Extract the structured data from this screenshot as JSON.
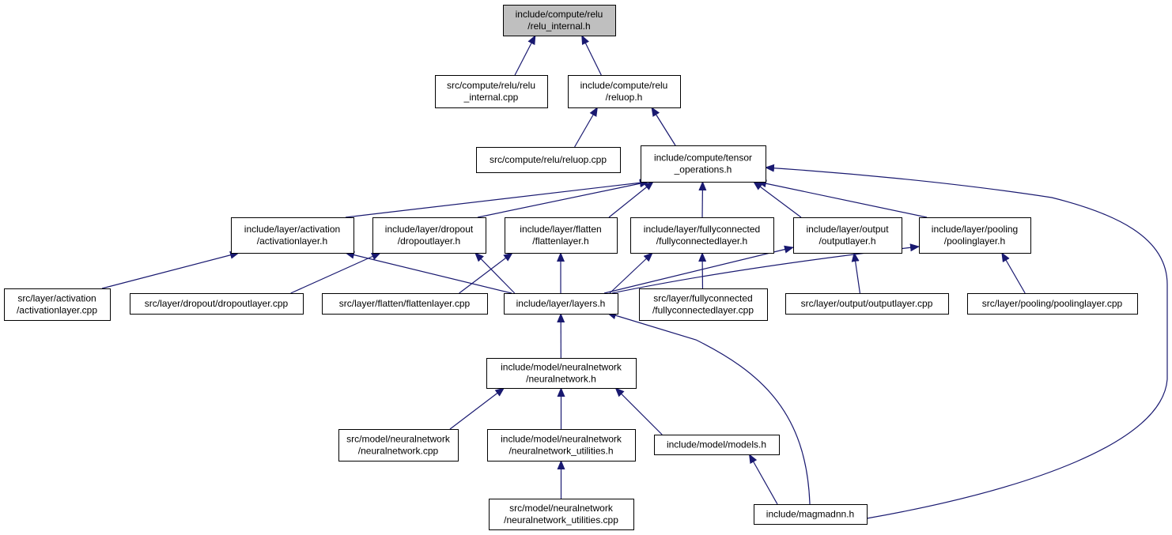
{
  "colors": {
    "edge": "#191970",
    "node_fill": "#ffffff",
    "node_fill_highlight": "#bfbfbf",
    "node_border": "#000000"
  },
  "nodes": {
    "relu_internal_h": {
      "lines": [
        "include/compute/relu",
        "/relu_internal.h"
      ],
      "highlight": true
    },
    "relu_internal_cpp": {
      "lines": [
        "src/compute/relu/relu",
        "_internal.cpp"
      ]
    },
    "reluop_h": {
      "lines": [
        "include/compute/relu",
        "/reluop.h"
      ]
    },
    "reluop_cpp": {
      "lines": [
        "src/compute/relu/reluop.cpp"
      ]
    },
    "tensor_operations_h": {
      "lines": [
        "include/compute/tensor",
        "_operations.h"
      ]
    },
    "activationlayer_h": {
      "lines": [
        "include/layer/activation",
        "/activationlayer.h"
      ]
    },
    "dropoutlayer_h": {
      "lines": [
        "include/layer/dropout",
        "/dropoutlayer.h"
      ]
    },
    "flattenlayer_h": {
      "lines": [
        "include/layer/flatten",
        "/flattenlayer.h"
      ]
    },
    "fullyconnectedlayer_h": {
      "lines": [
        "include/layer/fullyconnected",
        "/fullyconnectedlayer.h"
      ]
    },
    "outputlayer_h": {
      "lines": [
        "include/layer/output",
        "/outputlayer.h"
      ]
    },
    "poolinglayer_h": {
      "lines": [
        "include/layer/pooling",
        "/poolinglayer.h"
      ]
    },
    "activationlayer_cpp": {
      "lines": [
        "src/layer/activation",
        "/activationlayer.cpp"
      ]
    },
    "dropoutlayer_cpp": {
      "lines": [
        "src/layer/dropout/dropoutlayer.cpp"
      ]
    },
    "flattenlayer_cpp": {
      "lines": [
        "src/layer/flatten/flattenlayer.cpp"
      ]
    },
    "layers_h": {
      "lines": [
        "include/layer/layers.h"
      ]
    },
    "fullyconnectedlayer_cpp": {
      "lines": [
        "src/layer/fullyconnected",
        "/fullyconnectedlayer.cpp"
      ]
    },
    "outputlayer_cpp": {
      "lines": [
        "src/layer/output/outputlayer.cpp"
      ]
    },
    "poolinglayer_cpp": {
      "lines": [
        "src/layer/pooling/poolinglayer.cpp"
      ]
    },
    "neuralnetwork_h": {
      "lines": [
        "include/model/neuralnetwork",
        "/neuralnetwork.h"
      ]
    },
    "neuralnetwork_cpp": {
      "lines": [
        "src/model/neuralnetwork",
        "/neuralnetwork.cpp"
      ]
    },
    "neuralnetwork_utilities_h": {
      "lines": [
        "include/model/neuralnetwork",
        "/neuralnetwork_utilities.h"
      ]
    },
    "models_h": {
      "lines": [
        "include/model/models.h"
      ]
    },
    "neuralnetwork_utilities_cpp": {
      "lines": [
        "src/model/neuralnetwork",
        "/neuralnetwork_utilities.cpp"
      ]
    },
    "magmadnn_h": {
      "lines": [
        "include/magmadnn.h"
      ]
    }
  },
  "edges": [
    [
      "relu_internal_cpp",
      "relu_internal_h"
    ],
    [
      "reluop_h",
      "relu_internal_h"
    ],
    [
      "reluop_cpp",
      "reluop_h"
    ],
    [
      "tensor_operations_h",
      "reluop_h"
    ],
    [
      "activationlayer_h",
      "tensor_operations_h"
    ],
    [
      "dropoutlayer_h",
      "tensor_operations_h"
    ],
    [
      "flattenlayer_h",
      "tensor_operations_h"
    ],
    [
      "fullyconnectedlayer_h",
      "tensor_operations_h"
    ],
    [
      "outputlayer_h",
      "tensor_operations_h"
    ],
    [
      "poolinglayer_h",
      "tensor_operations_h"
    ],
    [
      "magmadnn_h",
      "tensor_operations_h"
    ],
    [
      "activationlayer_cpp",
      "activationlayer_h"
    ],
    [
      "layers_h",
      "activationlayer_h"
    ],
    [
      "dropoutlayer_cpp",
      "dropoutlayer_h"
    ],
    [
      "layers_h",
      "dropoutlayer_h"
    ],
    [
      "flattenlayer_cpp",
      "flattenlayer_h"
    ],
    [
      "layers_h",
      "flattenlayer_h"
    ],
    [
      "layers_h",
      "fullyconnectedlayer_h"
    ],
    [
      "fullyconnectedlayer_cpp",
      "fullyconnectedlayer_h"
    ],
    [
      "layers_h",
      "outputlayer_h"
    ],
    [
      "outputlayer_cpp",
      "outputlayer_h"
    ],
    [
      "layers_h",
      "poolinglayer_h"
    ],
    [
      "poolinglayer_cpp",
      "poolinglayer_h"
    ],
    [
      "neuralnetwork_h",
      "layers_h"
    ],
    [
      "magmadnn_h",
      "layers_h"
    ],
    [
      "neuralnetwork_cpp",
      "neuralnetwork_h"
    ],
    [
      "neuralnetwork_utilities_h",
      "neuralnetwork_h"
    ],
    [
      "models_h",
      "neuralnetwork_h"
    ],
    [
      "neuralnetwork_utilities_cpp",
      "neuralnetwork_utilities_h"
    ],
    [
      "magmadnn_h",
      "models_h"
    ]
  ]
}
